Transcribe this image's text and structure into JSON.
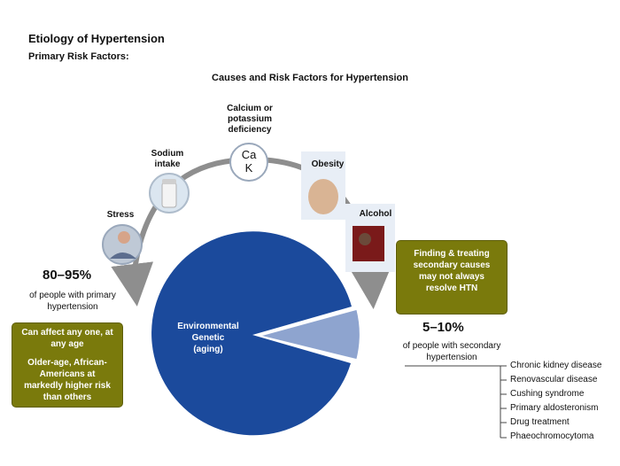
{
  "header": {
    "title": "Etiology of Hypertension",
    "subtitle": "Primary Risk Factors:",
    "diagram_title": "Causes and Risk Factors for Hypertension"
  },
  "risk_factors": {
    "stress": "Stress",
    "sodium": "Sodium intake",
    "calcium": "Calcium or potassium deficiency",
    "obesity": "Obesity",
    "alcohol": "Alcohol",
    "ca_k_line1": "Ca",
    "ca_k_line2": "K"
  },
  "primary": {
    "percent": "80–95%",
    "caption": "of people with primary hypertension",
    "box_line1": "Can affect any one, at any age",
    "box_line2": "Older-age, African-Americans at markedly higher risk than others"
  },
  "pie": {
    "main_label_1": "Environmental",
    "main_label_2": "Genetic",
    "main_label_3": "(aging)",
    "main_color": "#1b4a9c",
    "slice_color": "#8ea4cf"
  },
  "secondary": {
    "box_text": "Finding & treating secondary causes may not always resolve HTN",
    "percent": "5–10%",
    "caption": "of people with secondary hypertension",
    "causes": [
      "Chronic kidney disease",
      "Renovascular disease",
      "Cushing syndrome",
      "Primary aldosteronism",
      "Drug treatment",
      "Phaeochromocytoma"
    ]
  }
}
